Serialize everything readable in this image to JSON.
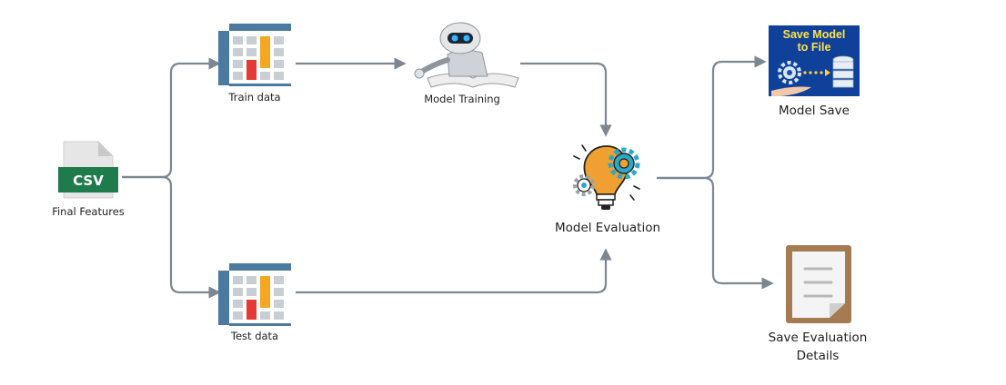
{
  "nodes": {
    "csv": {
      "icon_text": "CSV",
      "label": "Final  Features"
    },
    "train": {
      "label": "Train data"
    },
    "test": {
      "label": "Test data"
    },
    "training": {
      "label": "Model Training"
    },
    "evaluation": {
      "label": "Model Evaluation"
    },
    "save_model": {
      "banner_line1": "Save Model",
      "banner_line2": "to File",
      "label": "Model Save"
    },
    "save_details": {
      "label_line1": "Save Evaluation",
      "label_line2": "Details"
    }
  },
  "colors": {
    "connector": "#7b8792",
    "csv_green": "#1f7a4c",
    "table_blue": "#4b7aa1",
    "bar_orange": "#f5a623",
    "bar_red": "#e53935",
    "bulb_orange": "#f0a030",
    "gear_teal": "#2aa8c9",
    "clipboard_brown": "#a67b52",
    "banner_yellow": "#ffe14d",
    "banner_blue": "#0d3a8c"
  }
}
